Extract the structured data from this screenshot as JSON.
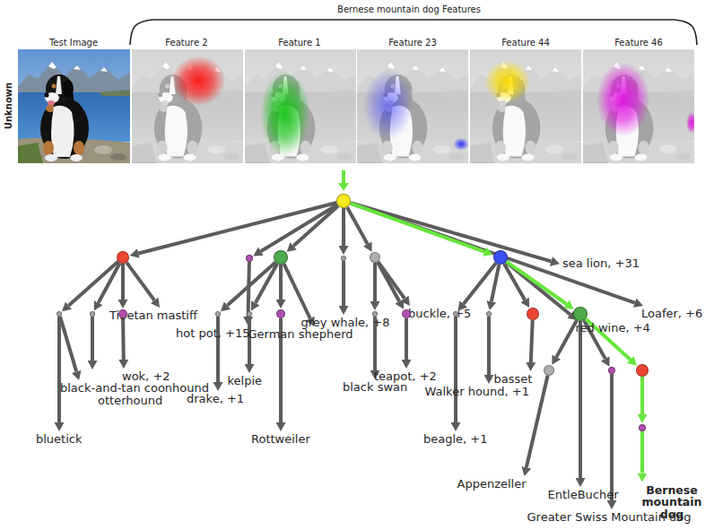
{
  "diagram": {
    "nodes": [
      {
        "text": []
      },
      {
        "text": []
      },
      {
        "text": []
      },
      {
        "text": []
      },
      {
        "text": []
      },
      {
        "text": []
      },
      {
        "text": []
      },
      {
        "text": [
          "sea lion, +31"
        ]
      },
      {
        "text": [
          "Loafer, +6"
        ]
      },
      {
        "text": []
      },
      {
        "text": []
      },
      {
        "text": []
      },
      {
        "text": [
          "Tibetan mastiff"
        ]
      },
      {
        "text": [
          "hot pot, +15"
        ]
      },
      {
        "text": []
      },
      {
        "text": []
      },
      {
        "text": []
      },
      {
        "text": [
          "German shepherd"
        ]
      },
      {
        "text": [
          "grey whale, +8"
        ]
      },
      {
        "text": []
      },
      {
        "text": []
      },
      {
        "text": [
          "buckle, +5"
        ]
      },
      {
        "text": []
      },
      {
        "text": []
      },
      {
        "text": []
      },
      {
        "text": []
      },
      {
        "text": [
          "red wine, +4"
        ]
      },
      {
        "text": [
          "bluetick"
        ]
      },
      {
        "text": [
          "black-and-tan coonhound"
        ]
      },
      {
        "text": [
          "otterhound"
        ]
      },
      {
        "text": [
          "wok, +2"
        ]
      },
      {
        "text": [
          "drake, +1"
        ]
      },
      {
        "text": [
          "kelpie"
        ]
      },
      {
        "text": [
          "Rottweiler"
        ]
      },
      {
        "text": [
          "black swan"
        ]
      },
      {
        "text": [
          "teapot, +2"
        ]
      },
      {
        "text": [
          "beagle, +1"
        ]
      },
      {
        "text": [
          "Walker hound, +1"
        ]
      },
      {
        "text": [
          "basset"
        ]
      },
      {
        "text": []
      },
      {
        "text": []
      },
      {
        "text": []
      },
      {
        "text": [
          "Appenzeller"
        ]
      },
      {
        "text": [
          "EntleBucher"
        ]
      },
      {
        "text": [
          "Greater Swiss Mountain dog"
        ]
      },
      {
        "text": []
      },
      {
        "text": [
          "Bernese mountain dog"
        ]
      }
    ],
    "edges": [
      {
        "from": 0,
        "to": 1,
        "arrow": "to"
      },
      {
        "from": 0,
        "to": 2,
        "arrow": "to"
      },
      {
        "from": 0,
        "to": 3,
        "arrow": "to"
      },
      {
        "from": 0,
        "to": 4,
        "arrow": "to"
      },
      {
        "from": 0,
        "to": 5,
        "arrow": "to"
      },
      {
        "from": 0,
        "to": 6,
        "arrow": "to"
      },
      {
        "from": 0,
        "to": 7,
        "arrow": "to"
      },
      {
        "from": 0,
        "to": 8,
        "arrow": "to"
      },
      {
        "from": 1,
        "to": 9,
        "arrow": "to"
      },
      {
        "from": 1,
        "to": 10,
        "arrow": "to"
      },
      {
        "from": 1,
        "to": 11,
        "arrow": "to"
      },
      {
        "from": 1,
        "to": 12,
        "arrow": "to"
      },
      {
        "from": 2,
        "to": 13,
        "arrow": "to"
      },
      {
        "from": 3,
        "to": 14,
        "arrow": "to"
      },
      {
        "from": 3,
        "to": 15,
        "arrow": "to"
      },
      {
        "from": 3,
        "to": 16,
        "arrow": "to"
      },
      {
        "from": 3,
        "to": 17,
        "arrow": "to"
      },
      {
        "from": 4,
        "to": 18,
        "arrow": "to"
      },
      {
        "from": 5,
        "to": 19,
        "arrow": "to"
      },
      {
        "from": 5,
        "to": 20,
        "arrow": "to"
      },
      {
        "from": 5,
        "to": 21,
        "arrow": "to"
      },
      {
        "from": 6,
        "to": 22,
        "arrow": "to"
      },
      {
        "from": 6,
        "to": 23,
        "arrow": "to"
      },
      {
        "from": 6,
        "to": 24,
        "arrow": "to"
      },
      {
        "from": 6,
        "to": 25,
        "arrow": "to"
      },
      {
        "from": 6,
        "to": 26,
        "arrow": "to"
      },
      {
        "from": 9,
        "to": 27,
        "arrow": "to"
      },
      {
        "from": 9,
        "to": 28,
        "arrow": "to"
      },
      {
        "from": 10,
        "to": 29,
        "arrow": "to"
      },
      {
        "from": 11,
        "to": 30,
        "arrow": "to"
      },
      {
        "from": 14,
        "to": 31,
        "arrow": "to"
      },
      {
        "from": 15,
        "to": 32,
        "arrow": "to"
      },
      {
        "from": 16,
        "to": 33,
        "arrow": "to"
      },
      {
        "from": 19,
        "to": 34,
        "arrow": "to"
      },
      {
        "from": 20,
        "to": 35,
        "arrow": "to"
      },
      {
        "from": 22,
        "to": 36,
        "arrow": "to"
      },
      {
        "from": 23,
        "to": 37,
        "arrow": "to"
      },
      {
        "from": 24,
        "to": 38,
        "arrow": "to"
      },
      {
        "from": 25,
        "to": 39,
        "arrow": "to"
      },
      {
        "from": 25,
        "to": 43,
        "arrow": "to"
      },
      {
        "from": 25,
        "to": 40,
        "arrow": "to"
      },
      {
        "from": 25,
        "to": 41,
        "arrow": "to"
      },
      {
        "from": 39,
        "to": 42,
        "arrow": "to"
      },
      {
        "from": 40,
        "to": 44,
        "arrow": "to"
      },
      {
        "from": 41,
        "to": 45,
        "arrow": "to"
      },
      {
        "from": 45,
        "to": 46,
        "arrow": "to"
      }
    ],
    "labels": [
      "Bernese mountain dog Features",
      "Test Image",
      "Unknown",
      "Feature 2",
      "Feature 1",
      "Feature 23",
      "Feature 44",
      "Feature 46"
    ]
  }
}
